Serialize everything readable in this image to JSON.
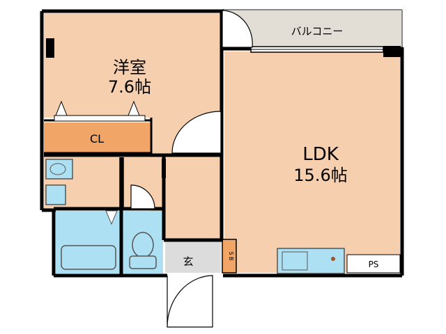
{
  "rooms": {
    "western": {
      "name": "洋室",
      "size": "7.6帖"
    },
    "ldk": {
      "name": "LDK",
      "size": "15.6帖"
    },
    "closet": "CL",
    "balcony": "バルコニー",
    "entrance": "玄",
    "shoe_box": "S B",
    "pipe_space": "PS"
  },
  "colors": {
    "room_floor": "#f5cfae",
    "closet": "#f1a566",
    "balcony": "#e2ddd5",
    "wet_area": "#aee0f3",
    "entrance": "#dcdcdc",
    "wall": "#000000"
  }
}
